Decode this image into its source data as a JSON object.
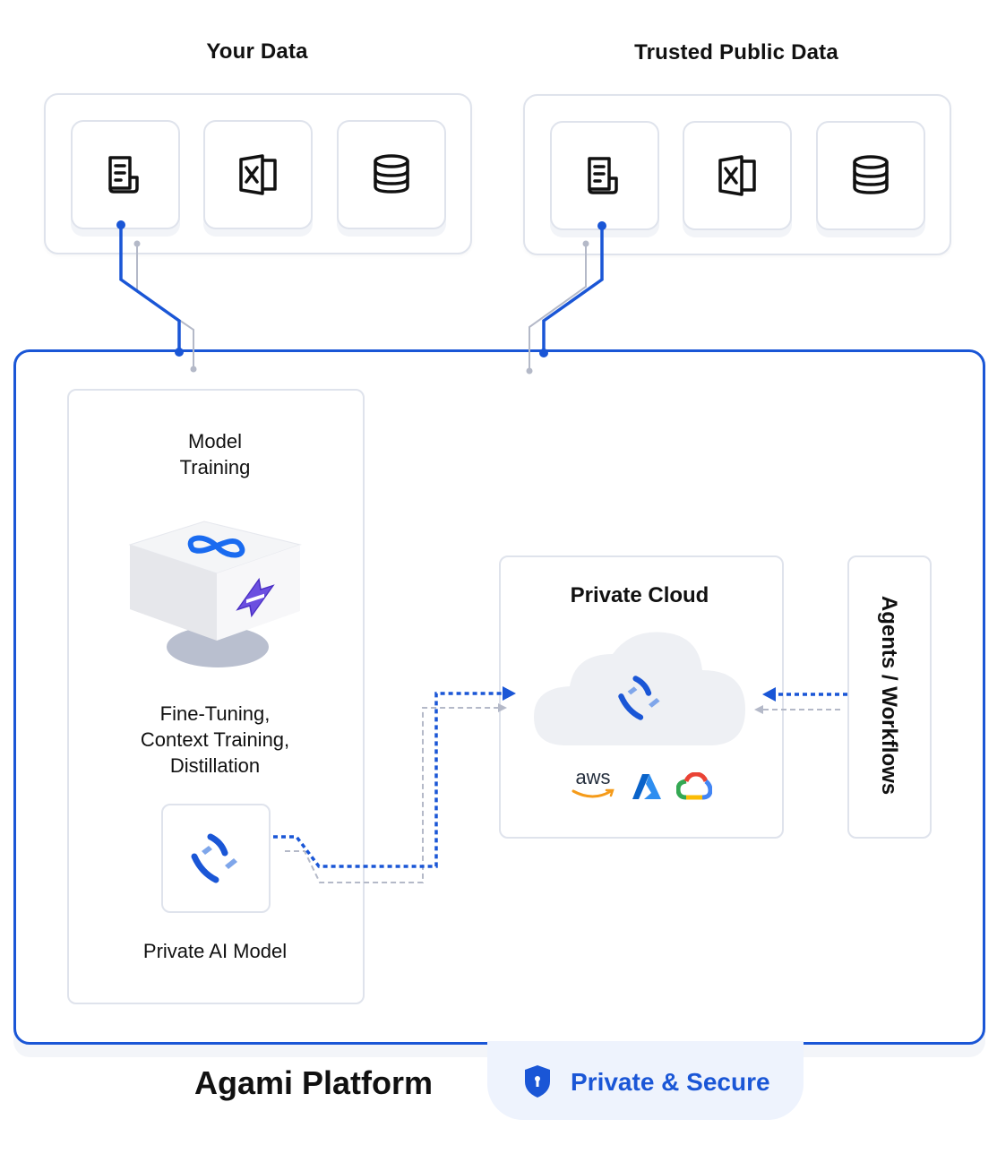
{
  "groups": {
    "your_data": {
      "title": "Your Data",
      "icons": [
        "document-icon",
        "excel-icon",
        "database-icon"
      ]
    },
    "trusted_public_data": {
      "title": "Trusted Public Data",
      "icons": [
        "document-icon",
        "excel-icon",
        "database-icon"
      ]
    }
  },
  "model_training": {
    "title_line1": "Model",
    "title_line2": "Training",
    "methods_line1": "Fine-Tuning,",
    "methods_line2": "Context Training,",
    "methods_line3": "Distillation",
    "model_label": "Private AI Model"
  },
  "private_cloud": {
    "title": "Private Cloud",
    "aws_label": "aws",
    "providers": [
      "aws-logo",
      "azure-logo",
      "google-cloud-logo"
    ]
  },
  "agents": {
    "label": "Agents / Workflows"
  },
  "platform": {
    "title": "Agami Platform",
    "badge": "Private & Secure"
  },
  "colors": {
    "accent": "#1a56d6",
    "border": "#dfe3ec",
    "connector_gray": "#b4b9c8",
    "badge_bg": "#eef3fd"
  }
}
